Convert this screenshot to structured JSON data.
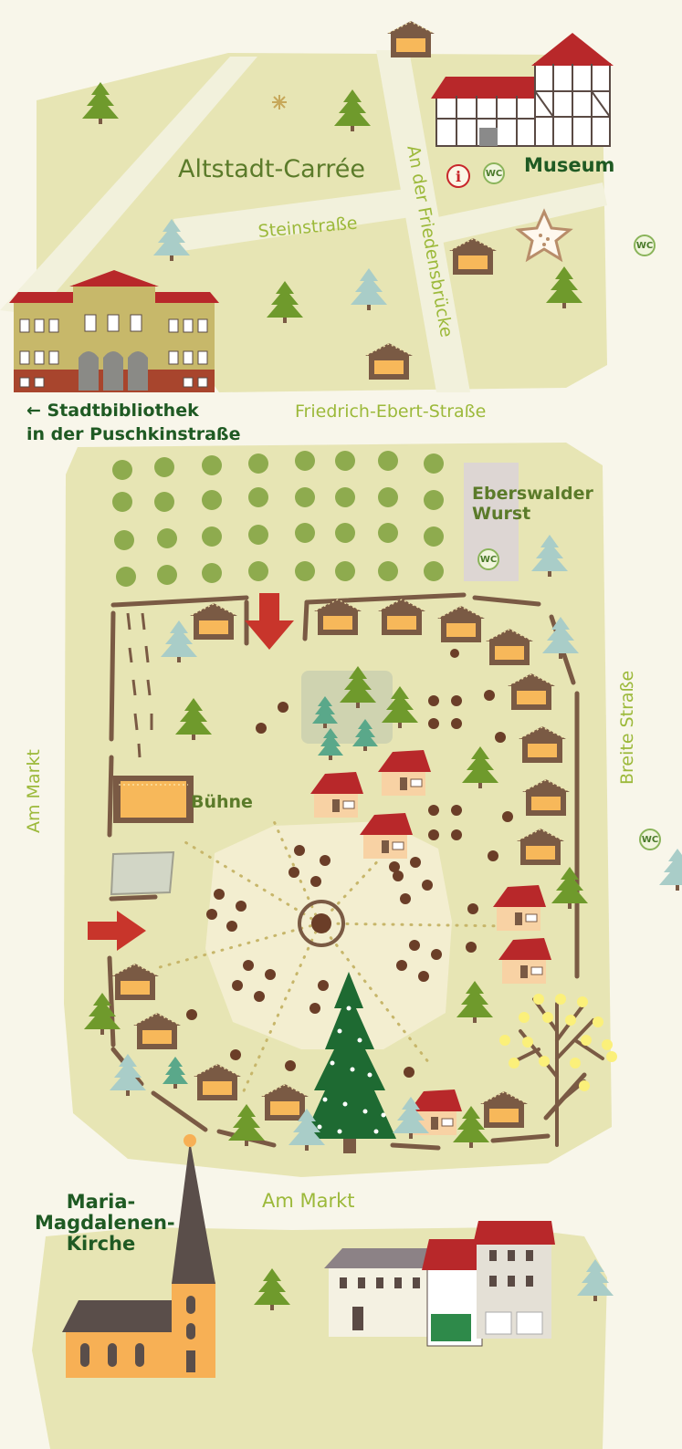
{
  "labels": {
    "altstadt": "Altstadt-Carrée",
    "museum": "Museum",
    "steinstrasse": "Steinstraße",
    "friedensbruecke": "An der Friedensbrücke",
    "stadtbibliothek_line1": "← Stadtbibliothek",
    "stadtbibliothek_line2": "in der Puschkinstraße",
    "friedrich_ebert": "Friedrich-Ebert-Straße",
    "eberswalder_line1": "Eberswalder",
    "eberswalder_line2": "Wurst",
    "buehne": "Bühne",
    "am_markt_left": "Am Markt",
    "breite_strasse": "Breite Straße",
    "am_markt_bottom": "Am Markt",
    "kirche_line1": "Maria-",
    "kirche_line2": "Magdalenen-",
    "kirche_line3": "Kirche"
  },
  "icons": {
    "wc_text": "WC",
    "info_text": "i"
  },
  "colors": {
    "background": "#f8f6ea",
    "area": "#e7e5b4",
    "street": "#f2f1dc",
    "fence": "#7a5a44",
    "dark_label": "#1f5a23",
    "light_label": "#9cb93a",
    "arrow": "#c8352b",
    "christmas_tree": "#1e6a32"
  }
}
